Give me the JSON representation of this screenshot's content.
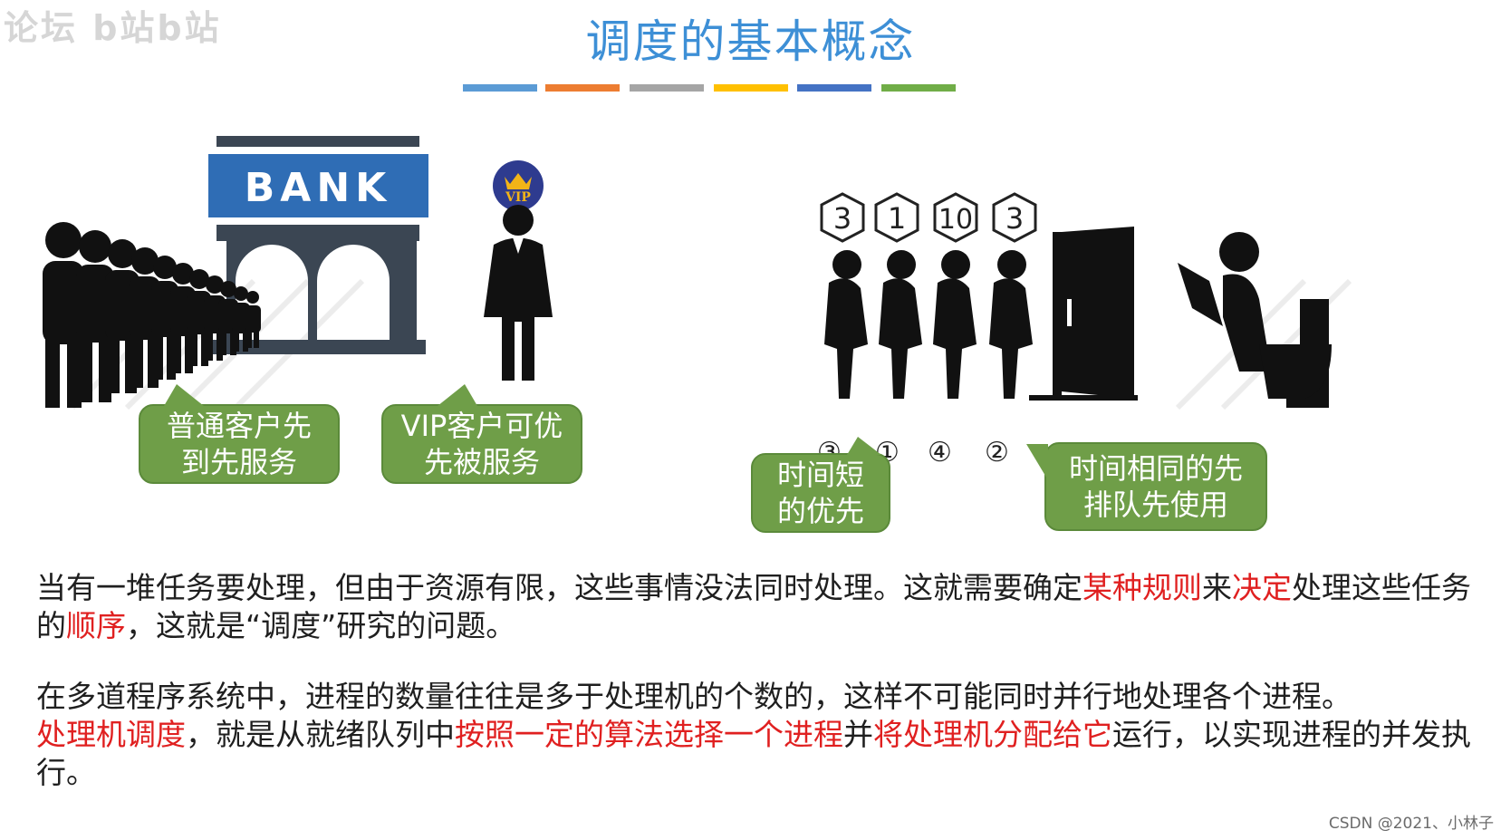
{
  "watermark": "论坛 b站b站",
  "title": "调度的基本概念",
  "color_bars": [
    "#5b9bd5",
    "#ed7d31",
    "#a5a5a5",
    "#ffc000",
    "#4472c4",
    "#70ad47"
  ],
  "bank": {
    "sign": "BANK",
    "vip_badge": "VIP"
  },
  "callouts": {
    "normal_customer": [
      "普通客户先",
      "到先服务"
    ],
    "vip_customer": [
      "VIP客户可优",
      "先被服务"
    ],
    "short_time": [
      "时间短",
      "的优先"
    ],
    "same_time": [
      "时间相同的先",
      "排队先使用"
    ]
  },
  "toilet_queue": {
    "time_tags": [
      "3",
      "1",
      "10",
      "3"
    ],
    "order_marks": [
      "③",
      "①",
      "④",
      "②"
    ]
  },
  "paragraph1": {
    "a": "当有一堆任务要处理，但由于资源有限，这些事情没法同时处理。这就需要确定",
    "b": "某种规则",
    "c": "来",
    "d": "决定",
    "e": "处理这些任务的",
    "f": "顺序",
    "g": "，这就是“调度”研究的问题。"
  },
  "paragraph2": {
    "a": "在多道程序系统中，进程的数量往往是多于处理机的个数的，这样不可能同时并行地处理各个进程。",
    "b": "处理机调度",
    "c": "，就是从就绪队列中",
    "d": "按照一定的算法选择一个进程",
    "e": "并",
    "f": "将处理机分配给它",
    "g": "运行，以实现进程的并发执行。"
  },
  "credit": "CSDN @2021、小林子"
}
